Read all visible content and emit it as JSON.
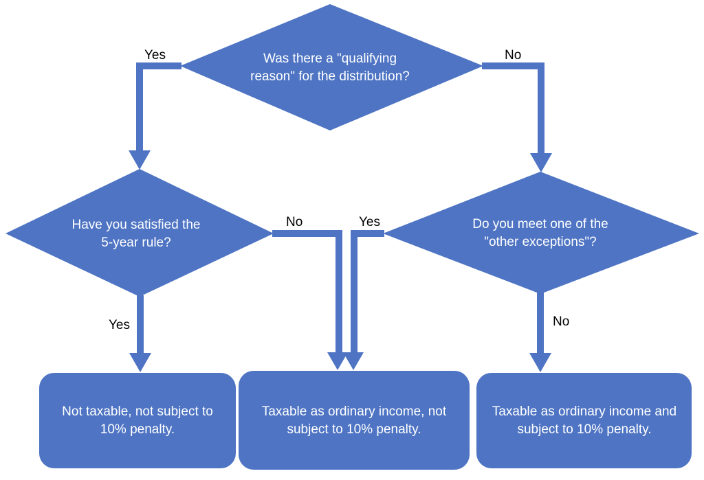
{
  "colors": {
    "shape_fill": "#4E74C3",
    "text_on_shape": "#FFFFFF",
    "label_text": "#000000"
  },
  "decisions": {
    "qualifying_reason": "Was there a \"qualifying reason\" for the distribution?",
    "five_year_rule": "Have you satisfied the 5-year rule?",
    "other_exceptions": "Do you meet one of the \"other exceptions\"?"
  },
  "outcomes": {
    "not_taxable": "Not taxable, not subject to 10% penalty.",
    "taxable_no_penalty": "Taxable as ordinary income, not subject to 10% penalty.",
    "taxable_with_penalty": "Taxable as ordinary income and subject to 10% penalty."
  },
  "edge_labels": {
    "qualifying_yes": "Yes",
    "qualifying_no": "No",
    "five_year_no": "No",
    "five_year_yes": "Yes",
    "exceptions_yes": "Yes",
    "exceptions_no": "No"
  }
}
